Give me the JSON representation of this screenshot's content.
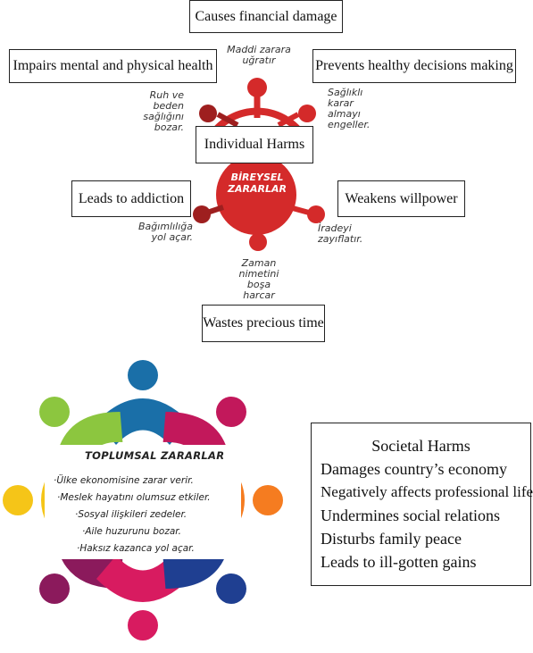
{
  "individual": {
    "center_tr": [
      "BİREYSEL",
      "ZARARLAR"
    ],
    "center_en": "Individual Harms",
    "top": {
      "en": "Causes financial damage",
      "tr": "Maddi zarara\nuğratır"
    },
    "upper_left": {
      "en": "Impairs mental and physical health",
      "tr": "Ruh ve\nbeden\nsağlığını\nbozar."
    },
    "upper_right": {
      "en": "Prevents healthy decisions making",
      "tr": "Sağlıklı\nkarar\nalmayı\nengeller."
    },
    "left": {
      "en": "Leads to addiction",
      "tr": "Bağımlılığa\nyol açar."
    },
    "right": {
      "en": "Weakens willpower",
      "tr": "İradeyi\nzayıflatır."
    },
    "bottom": {
      "en": "Wastes precious time",
      "tr": "Zaman\nnimetini\nboşa\nharcar"
    }
  },
  "societal": {
    "wheel_title": "TOPLUMSAL ZARARLAR",
    "wheel_items": [
      "·Ülke ekonomisine zarar verir.",
      "·Meslek hayatını olumsuz etkiler.",
      "·Sosyal ilişkileri zedeler.",
      "·Aile huzurunu bozar.",
      "·Haksız kazanca yol açar."
    ],
    "box_title": "Societal Harms",
    "box_items": [
      "Damages country’s   economy",
      "Negatively affects professional life",
      "Undermines social relations",
      "Disturbs family peace",
      "Leads to ill-gotten gains"
    ]
  },
  "colors": {
    "red": "#d42a2a",
    "dark_red": "#9e1f1f",
    "figures": [
      "#1a6fa8",
      "#8cc63f",
      "#f5c518",
      "#8b1a5c",
      "#d81b60",
      "#1f3f91",
      "#c2185b",
      "#f57c20"
    ]
  }
}
